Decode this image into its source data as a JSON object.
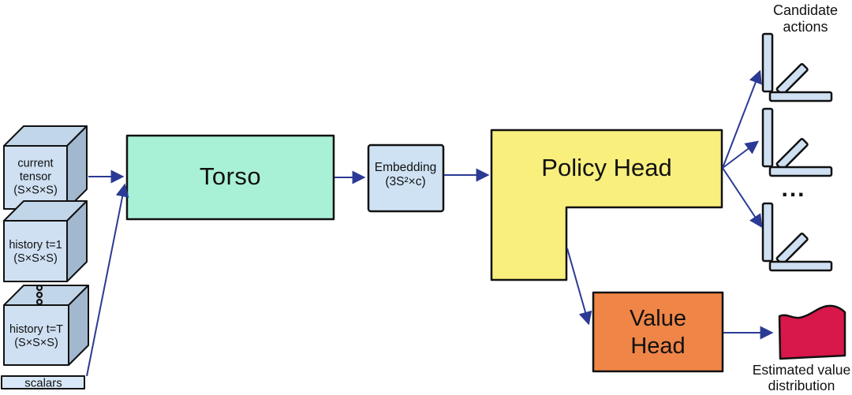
{
  "figure": {
    "inputs": {
      "current_tensor": {
        "line1": "current",
        "line2": "tensor",
        "line3": "(S×S×S)"
      },
      "history_1": {
        "line1": "history t=1",
        "line2": "(S×S×S)"
      },
      "history_T": {
        "line1": "history t=T",
        "line2": "(S×S×S)"
      },
      "scalars": "scalars"
    },
    "torso": "Torso",
    "embedding": {
      "line1": "Embedding",
      "line2": "(3S²×c)"
    },
    "policy_head": "Policy Head",
    "value_head": {
      "line1": "Value",
      "line2": "Head"
    },
    "candidate_actions": {
      "line1": "Candidate",
      "line2": "actions",
      "ellipsis": "..."
    },
    "estimated_value": {
      "line1": "Estimated value",
      "line2": "distribution"
    }
  },
  "icons": {
    "candidate_action_icon": "rank-1-factor-bars",
    "vertical_ellipsis_icon": "stack-continues-dots",
    "arrowhead_icon": "triangle"
  },
  "colors": {
    "torso_fill": "#a8f1d6",
    "policy_fill": "#f8ef7d",
    "value_fill": "#ef8547",
    "distribution_fill": "#d8174a",
    "cube_front": "#cfe0f2",
    "cube_top": "#c2d6ea",
    "cube_side": "#a2b8cf",
    "embedding_fill": "#cfe2f4",
    "scalars_fill": "#d8e8f8",
    "arrow": "#2b3a94",
    "outline": "#111111"
  }
}
